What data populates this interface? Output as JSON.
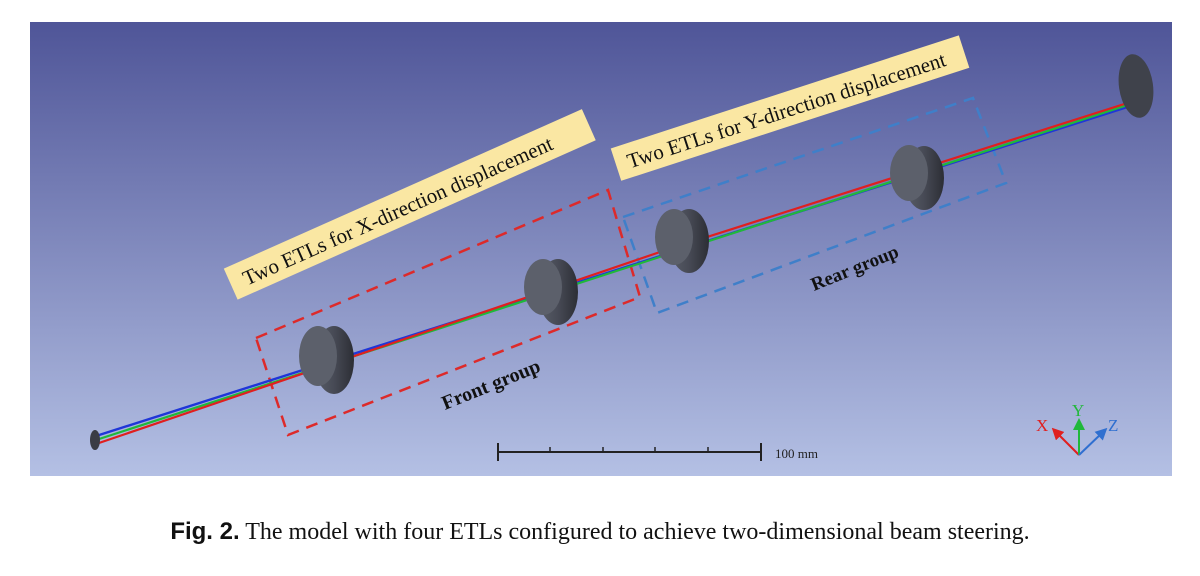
{
  "labels": {
    "front_note": "Two ETLs for X-direction displacement",
    "rear_note": "Two ETLs for Y-direction displacement",
    "front_group": "Front group",
    "rear_group": "Rear group",
    "scale": "100 mm"
  },
  "axes": {
    "x": "X",
    "y": "Y",
    "z": "Z"
  },
  "caption": {
    "fig": "Fig. 2.",
    "text": "The model with four ETLs configured to achieve two-dimensional beam steering."
  },
  "colors": {
    "background_top": "#4f5598",
    "background_bottom": "#b4c0e4",
    "note_fill": "#fae7a3",
    "front_box": "#dd2a2a",
    "rear_box": "#3f7fc9",
    "beam_red": "#e01f1f",
    "beam_green": "#20b83a",
    "beam_blue": "#1f36d8",
    "lens": "#454852"
  }
}
